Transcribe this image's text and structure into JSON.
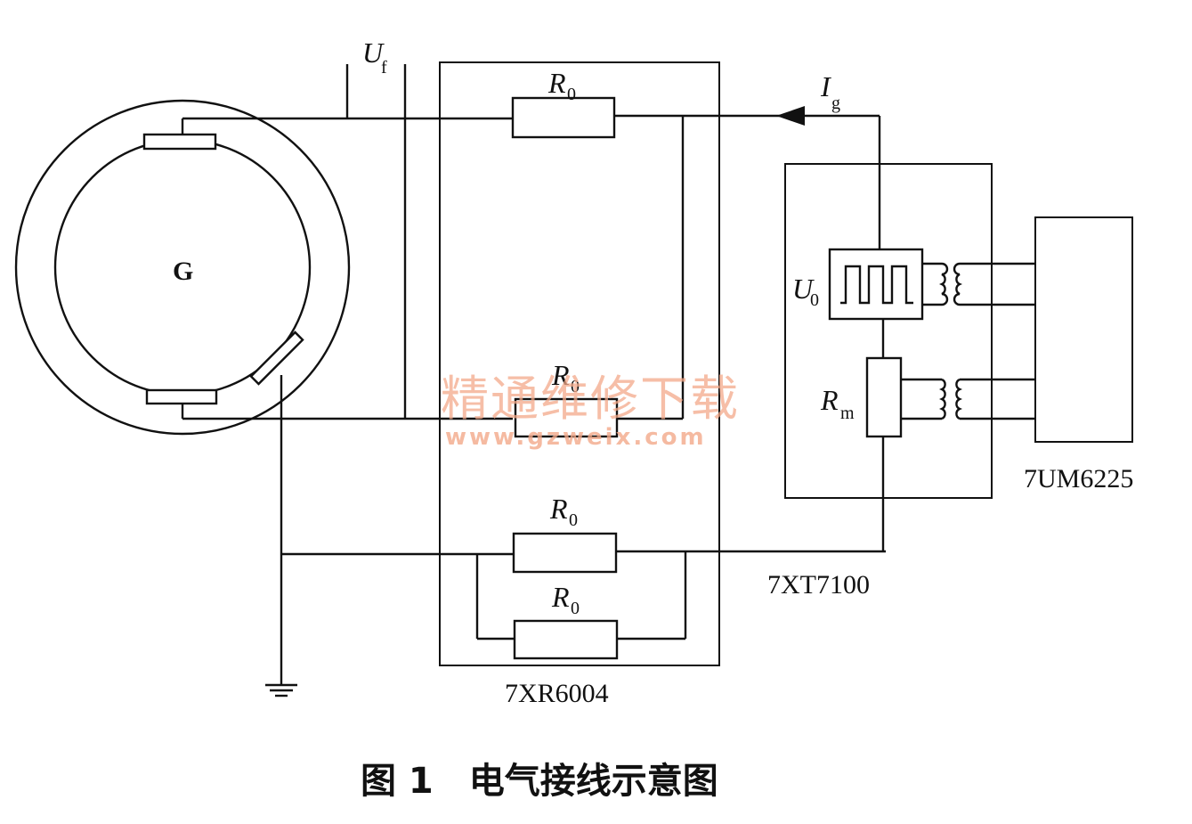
{
  "generator": {
    "label": "G"
  },
  "labels": {
    "uf": {
      "main": "U",
      "sub": "f"
    },
    "ig": {
      "main": "I",
      "sub": "g"
    },
    "u0": {
      "main": "U",
      "sub": "0"
    },
    "rm": {
      "main": "R",
      "sub": "m"
    },
    "r0": {
      "main": "R",
      "sub": "0"
    }
  },
  "devices": {
    "resistor_unit": "7XR6004",
    "injection_unit": "7XT7100",
    "relay": "7UM6225"
  },
  "watermark": {
    "line1": "精通维修下载",
    "line2": "www.gzweix.com"
  },
  "caption": "图 1　电气接线示意图"
}
